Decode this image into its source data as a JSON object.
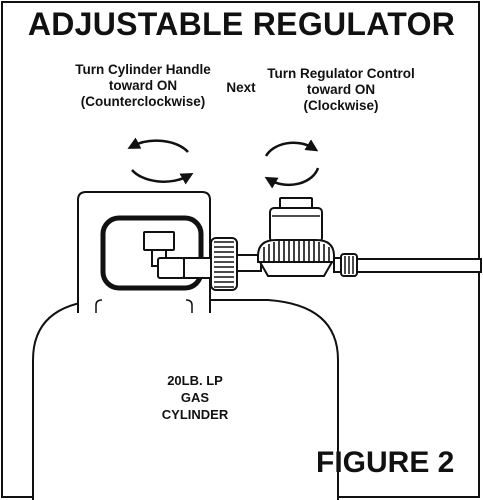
{
  "title": "ADJUSTABLE REGULATOR",
  "step1": {
    "line1": "Turn Cylinder Handle",
    "line2": "toward ON",
    "line3": "(Counterclockwise)"
  },
  "next": "Next",
  "step2": {
    "line1": "Turn Regulator Control",
    "line2": "toward ON",
    "line3": "(Clockwise)"
  },
  "cylinder_label": {
    "line1": "20LB. LP",
    "line2": "GAS",
    "line3": "CYLINDER"
  },
  "figure_label": "FIGURE 2",
  "colors": {
    "ink": "#111111",
    "background": "#ffffff"
  },
  "icons": [
    "counterclockwise-arrows-icon",
    "clockwise-arrows-icon"
  ]
}
